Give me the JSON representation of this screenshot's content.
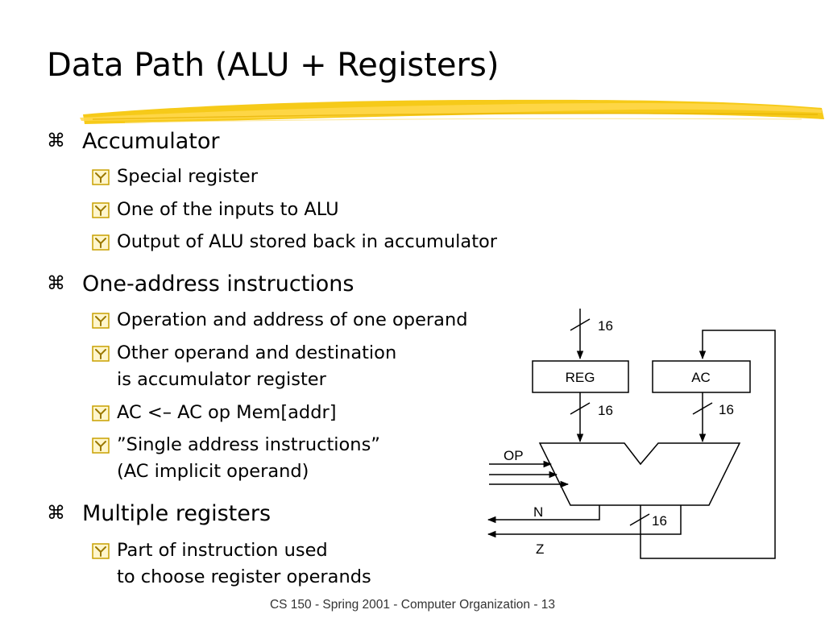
{
  "title": "Data Path (ALU + Registers)",
  "bullets": [
    {
      "text": "Accumulator",
      "subs": [
        "Special register",
        "One of the inputs to ALU",
        "Output of ALU stored back in accumulator"
      ]
    },
    {
      "text": "One-address instructions",
      "subs": [
        "Operation and address of one operand",
        "Other operand and destination",
        "is accumulator register",
        "AC <– AC op Mem[addr]",
        "”Single address instructions”",
        "(AC implicit operand)"
      ]
    },
    {
      "text": "Multiple registers",
      "subs": [
        "Part of instruction used",
        "to choose register operands"
      ]
    }
  ],
  "diagram": {
    "reg_label": "REG",
    "ac_label": "AC",
    "width_in": "16",
    "width_reg_out": "16",
    "width_ac_out": "16",
    "width_alu_out": "16",
    "op_label": "OP",
    "n_label": "N",
    "z_label": "Z"
  },
  "footer": "CS 150 - Spring 2001 - Computer Organization - 13",
  "icons": {
    "main_bullet": "z-bullet-icon",
    "sub_bullet": "checkbox-y-icon"
  },
  "colors": {
    "highlight_stroke": "#f2c200",
    "sub_bullet_border": "#c8a000",
    "sub_bullet_fill": "#fff6cc"
  }
}
